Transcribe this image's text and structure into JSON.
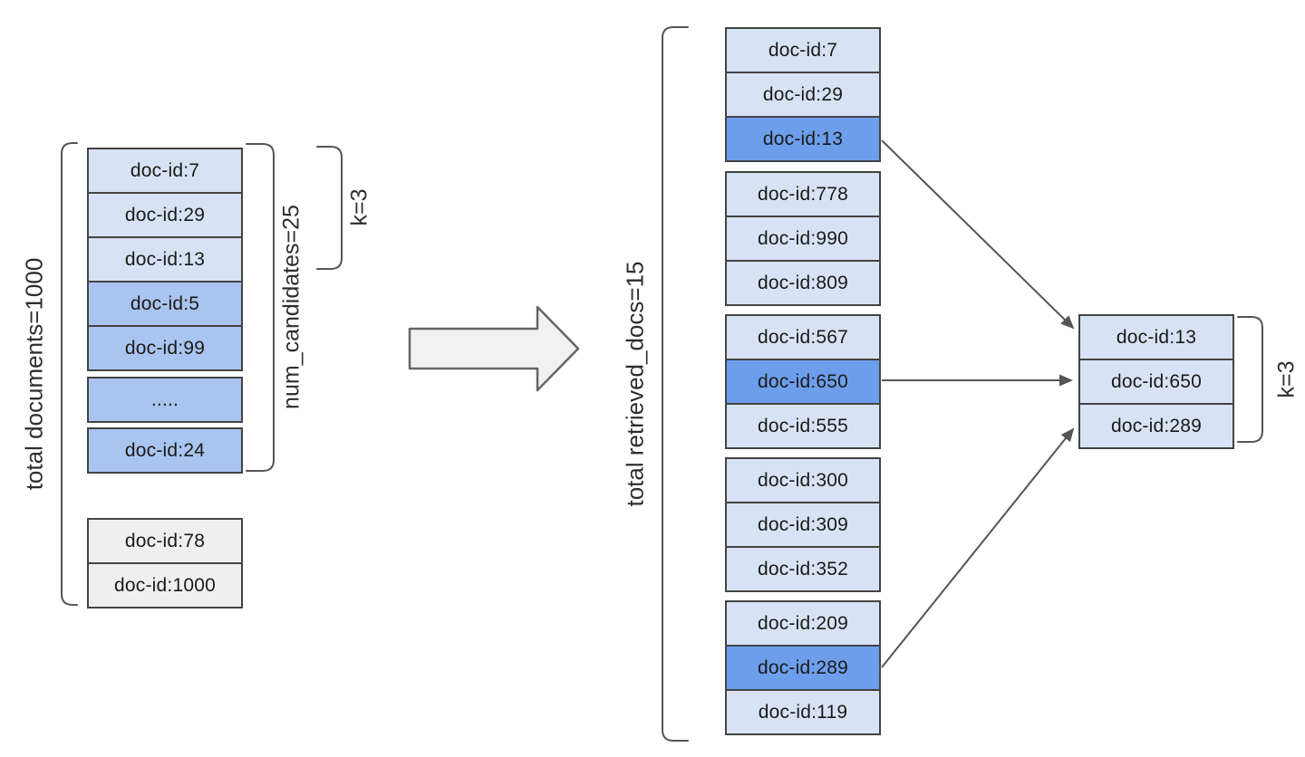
{
  "colors": {
    "box-light": "#d7e3f4",
    "box-medium": "#a9c4ef",
    "box-highlight": "#6d9eeb",
    "box-gray": "#efefef",
    "box-border": "#434343",
    "stroke": "#555555",
    "text": "#1b1b1b",
    "canvas": "#ffffff"
  },
  "labels": {
    "total_documents": "total documents=1000",
    "num_candidates": "num_candidates=25",
    "k_left": "k=3",
    "total_retrieved": "total retrieved_docs=15",
    "k_right": "k=3"
  },
  "candidate_stack": {
    "boxes": [
      {
        "label": "doc-id:7",
        "variant": "light",
        "highlight": false
      },
      {
        "label": "doc-id:29",
        "variant": "light",
        "highlight": false
      },
      {
        "label": "doc-id:13",
        "variant": "light",
        "highlight": false
      },
      {
        "label": "doc-id:5",
        "variant": "medium",
        "highlight": false
      },
      {
        "label": "doc-id:99",
        "variant": "medium",
        "highlight": false
      },
      {
        "label": ".....",
        "variant": "medium",
        "highlight": false
      },
      {
        "label": "doc-id:24",
        "variant": "medium",
        "highlight": false
      }
    ]
  },
  "other_documents": {
    "boxes": [
      {
        "label": "doc-id:78",
        "variant": "gray"
      },
      {
        "label": "doc-id:1000",
        "variant": "gray"
      }
    ]
  },
  "retrieved_groups": [
    {
      "boxes": [
        {
          "label": "doc-id:7",
          "highlight": false
        },
        {
          "label": "doc-id:29",
          "highlight": false
        },
        {
          "label": "doc-id:13",
          "highlight": true
        }
      ]
    },
    {
      "boxes": [
        {
          "label": "doc-id:778",
          "highlight": false
        },
        {
          "label": "doc-id:990",
          "highlight": false
        },
        {
          "label": "doc-id:809",
          "highlight": false
        }
      ]
    },
    {
      "boxes": [
        {
          "label": "doc-id:567",
          "highlight": false
        },
        {
          "label": "doc-id:650",
          "highlight": true
        },
        {
          "label": "doc-id:555",
          "highlight": false
        }
      ]
    },
    {
      "boxes": [
        {
          "label": "doc-id:300",
          "highlight": false
        },
        {
          "label": "doc-id:309",
          "highlight": false
        },
        {
          "label": "doc-id:352",
          "highlight": false
        }
      ]
    },
    {
      "boxes": [
        {
          "label": "doc-id:209",
          "highlight": false
        },
        {
          "label": "doc-id:289",
          "highlight": true
        },
        {
          "label": "doc-id:119",
          "highlight": false
        }
      ]
    }
  ],
  "final_topk": {
    "boxes": [
      {
        "label": "doc-id:13"
      },
      {
        "label": "doc-id:650"
      },
      {
        "label": "doc-id:289"
      }
    ]
  },
  "icons": {
    "block_arrow": "right-block-arrow",
    "connector": "thin-arrow"
  }
}
